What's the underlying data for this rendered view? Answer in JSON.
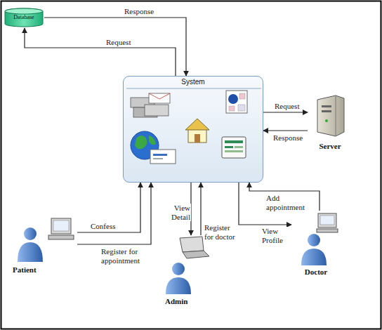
{
  "diagram": {
    "nodes": [
      {
        "text": [
          "Database"
        ]
      },
      {
        "text": [
          "System"
        ]
      },
      {
        "text": [
          "Server"
        ]
      },
      {
        "text": [
          "Patient"
        ]
      },
      {
        "text": [
          "Admin"
        ]
      },
      {
        "text": [
          "Doctor"
        ]
      }
    ],
    "edges": [
      {
        "from": 1,
        "to": 0,
        "label": "Request",
        "arrow": "to"
      },
      {
        "from": 0,
        "to": 1,
        "label": "Response",
        "arrow": "to"
      },
      {
        "from": 1,
        "to": 2,
        "label": "Request",
        "arrow": "to"
      },
      {
        "from": 2,
        "to": 1,
        "label": "Response",
        "arrow": "to"
      },
      {
        "from": 3,
        "to": 1,
        "label": "Confess",
        "arrow": "to"
      },
      {
        "from": 3,
        "to": 1,
        "label": "Register for appointment",
        "arrow": "to"
      },
      {
        "from": 1,
        "to": 4,
        "label": "View Detail",
        "arrow": "to"
      },
      {
        "from": 4,
        "to": 1,
        "label": "Register for doctor",
        "arrow": "to"
      },
      {
        "from": 5,
        "to": 1,
        "label": "Add appointment",
        "arrow": "to"
      },
      {
        "from": 1,
        "to": 5,
        "label": "View Profile",
        "arrow": "to"
      }
    ]
  }
}
